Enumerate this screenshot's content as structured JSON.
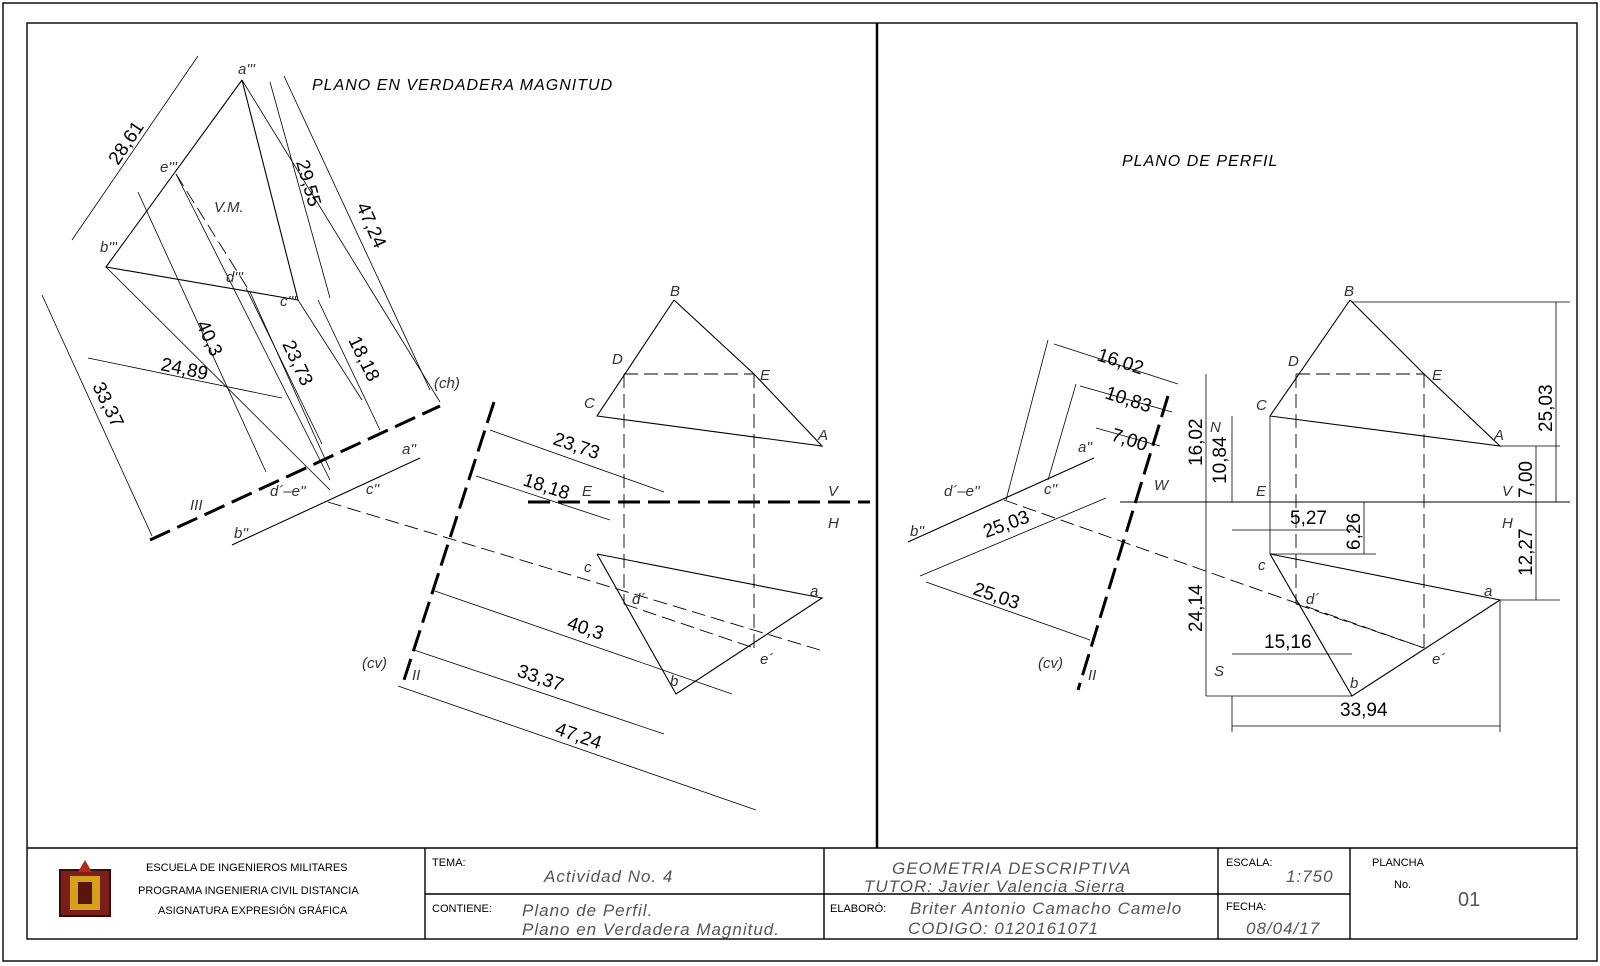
{
  "titles": {
    "left": "PLANO EN   VERDADERA MAGNITUD",
    "right": "PLANO DE PERFIL",
    "vm": "V.M."
  },
  "left_points": {
    "a3": "a'''",
    "b3": "b'''",
    "c3": "c'''",
    "d3": "d'''",
    "e3": "e'''",
    "a2": "a''",
    "b2": "b''",
    "c2": "c''",
    "de2": "d´–e''",
    "B": "B",
    "D": "D",
    "E": "E",
    "C": "C",
    "A": "A",
    "Eh": "E",
    "V": "V",
    "H": "H",
    "c": "c",
    "d": "d´",
    "a": "a",
    "e": "e´",
    "b": "b",
    "ch": "(ch)",
    "cv": "(cv)",
    "II": "II",
    "III": "III"
  },
  "left_dims": {
    "d1": "28,61",
    "d2": "29,55",
    "d3": "47,24",
    "d4": "40,3",
    "d5": "23,73",
    "d6": "24,89",
    "d7": "18,18",
    "d8": "33,37",
    "d9": "23,73",
    "d10": "18,18",
    "d11": "40,3",
    "d12": "33,37",
    "d13": "47,24"
  },
  "right_points": {
    "B": "B",
    "D": "D",
    "E": "E",
    "C": "C",
    "A": "A",
    "N": "N",
    "Eh": "E",
    "V": "V",
    "H": "H",
    "W": "W",
    "S": "S",
    "c": "c",
    "d": "d´",
    "a": "a",
    "e": "e´",
    "b": "b",
    "a2": "a''",
    "b2": "b''",
    "c2": "c''",
    "de2": "d´–e''",
    "cv": "(cv)",
    "II": "II"
  },
  "right_dims": {
    "d1": "16,02",
    "d2": "10,83",
    "d3": "7,00",
    "d4": "25,03",
    "d5": "25,03",
    "d6": "16,02",
    "d7": "10,84",
    "d8": "25,03",
    "d9": "7,00",
    "d10": "5,27",
    "d11": "6,26",
    "d12": "12,27",
    "d13": "24,14",
    "d14": "15,16",
    "d15": "33,94"
  },
  "title_block": {
    "school_line1": "ESCUELA DE INGENIEROS MILITARES",
    "school_line2": "PROGRAMA INGENIERIA CIVIL DISTANCIA",
    "school_line3": "ASIGNATURA EXPRESIÓN GRÁFICA",
    "tema_label": "TEMA:",
    "tema_value": "Actividad No. 4",
    "contiene_label": "CONTIENE:",
    "contiene_line1": "Plano de Perfil.",
    "contiene_line2": "Plano en Verdadera Magnitud.",
    "subject": "GEOMETRIA DESCRIPTIVA",
    "tutor": "TUTOR: Javier Valencia Sierra",
    "elaboro_label": "ELABORÓ:",
    "elaboro_value": "Briter Antonio Camacho Camelo",
    "codigo": "CODIGO: 0120161071",
    "escala_label": "ESCALA:",
    "escala_value": "1:750",
    "fecha_label": "FECHA:",
    "fecha_value": "08/04/17",
    "plancha_label": "PLANCHA",
    "no_label": "No.",
    "plancha_value": "01"
  }
}
